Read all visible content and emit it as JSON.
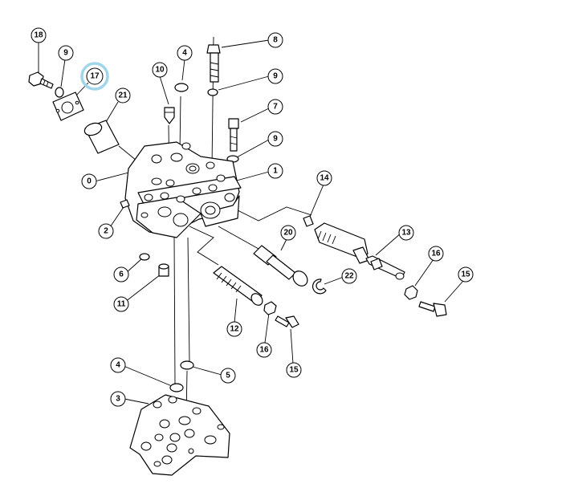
{
  "highlight_color": "#9fd6ea",
  "highlighted_callout": "17",
  "callouts": [
    {
      "id": "c18a",
      "label": "18"
    },
    {
      "id": "c9a",
      "label": "9"
    },
    {
      "id": "c17",
      "label": "17"
    },
    {
      "id": "c21",
      "label": "21"
    },
    {
      "id": "c10",
      "label": "10"
    },
    {
      "id": "c4a",
      "label": "4"
    },
    {
      "id": "c8",
      "label": "8"
    },
    {
      "id": "c9b",
      "label": "9"
    },
    {
      "id": "c7",
      "label": "7"
    },
    {
      "id": "c9c",
      "label": "9"
    },
    {
      "id": "c1",
      "label": "1"
    },
    {
      "id": "c0",
      "label": "0"
    },
    {
      "id": "c14",
      "label": "14"
    },
    {
      "id": "c2",
      "label": "2"
    },
    {
      "id": "c20",
      "label": "20"
    },
    {
      "id": "c13",
      "label": "13"
    },
    {
      "id": "c16a",
      "label": "16"
    },
    {
      "id": "c15a",
      "label": "15"
    },
    {
      "id": "c6",
      "label": "6"
    },
    {
      "id": "c22",
      "label": "22"
    },
    {
      "id": "c11",
      "label": "11"
    },
    {
      "id": "c12",
      "label": "12"
    },
    {
      "id": "c16b",
      "label": "16"
    },
    {
      "id": "c15b",
      "label": "15"
    },
    {
      "id": "c4b",
      "label": "4"
    },
    {
      "id": "c5",
      "label": "5"
    },
    {
      "id": "c3",
      "label": "3"
    }
  ]
}
